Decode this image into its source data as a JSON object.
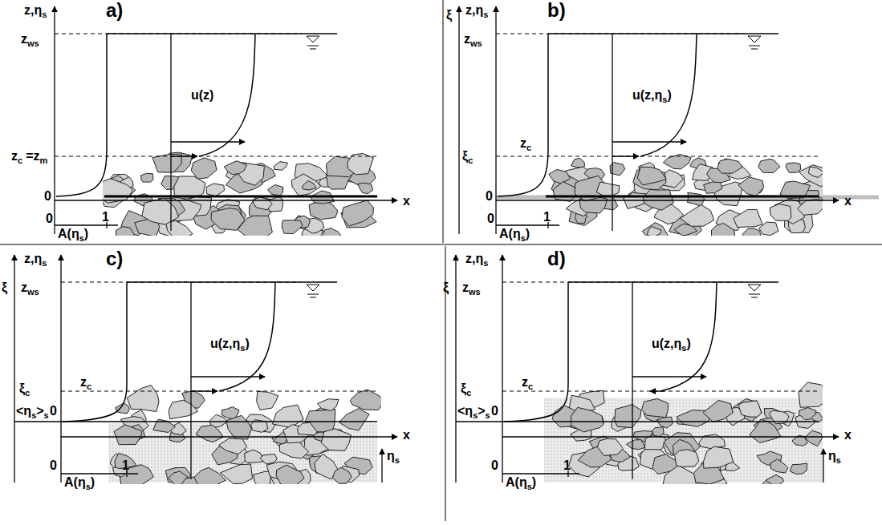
{
  "diagram": {
    "labels": [
      "z,η",
      "s",
      "a)",
      "z",
      "ws",
      "u(z)",
      "z",
      "c",
      "=z",
      "m",
      "0",
      "0",
      "A(η",
      "s",
      ")",
      "1",
      "x",
      "ξ",
      "z,η",
      "s",
      "b)",
      "z",
      "ws",
      "u(z,η",
      "s",
      ")",
      "ξ",
      "c",
      "z",
      "c",
      "0",
      "0",
      "A(η",
      "s",
      ")",
      "1",
      "x",
      "ξ",
      "z,η",
      "s",
      "c)",
      "z",
      "ws",
      "u(z,η",
      "s",
      ")",
      "ξ",
      "c",
      "z",
      "c",
      "<η",
      "s",
      ">",
      "s",
      "0",
      "η",
      "s",
      "0",
      "A(η",
      "s",
      ")",
      "1",
      "x",
      "ξ",
      "z,η",
      "s",
      "d)",
      "z",
      "ws",
      "u(z,η",
      "s",
      ")",
      "ξ",
      "c",
      "z",
      "c",
      "<η",
      "s",
      ">",
      "s",
      "0",
      "η",
      "s",
      "0",
      "A(η",
      "s",
      ")",
      "1",
      "x"
    ]
  }
}
